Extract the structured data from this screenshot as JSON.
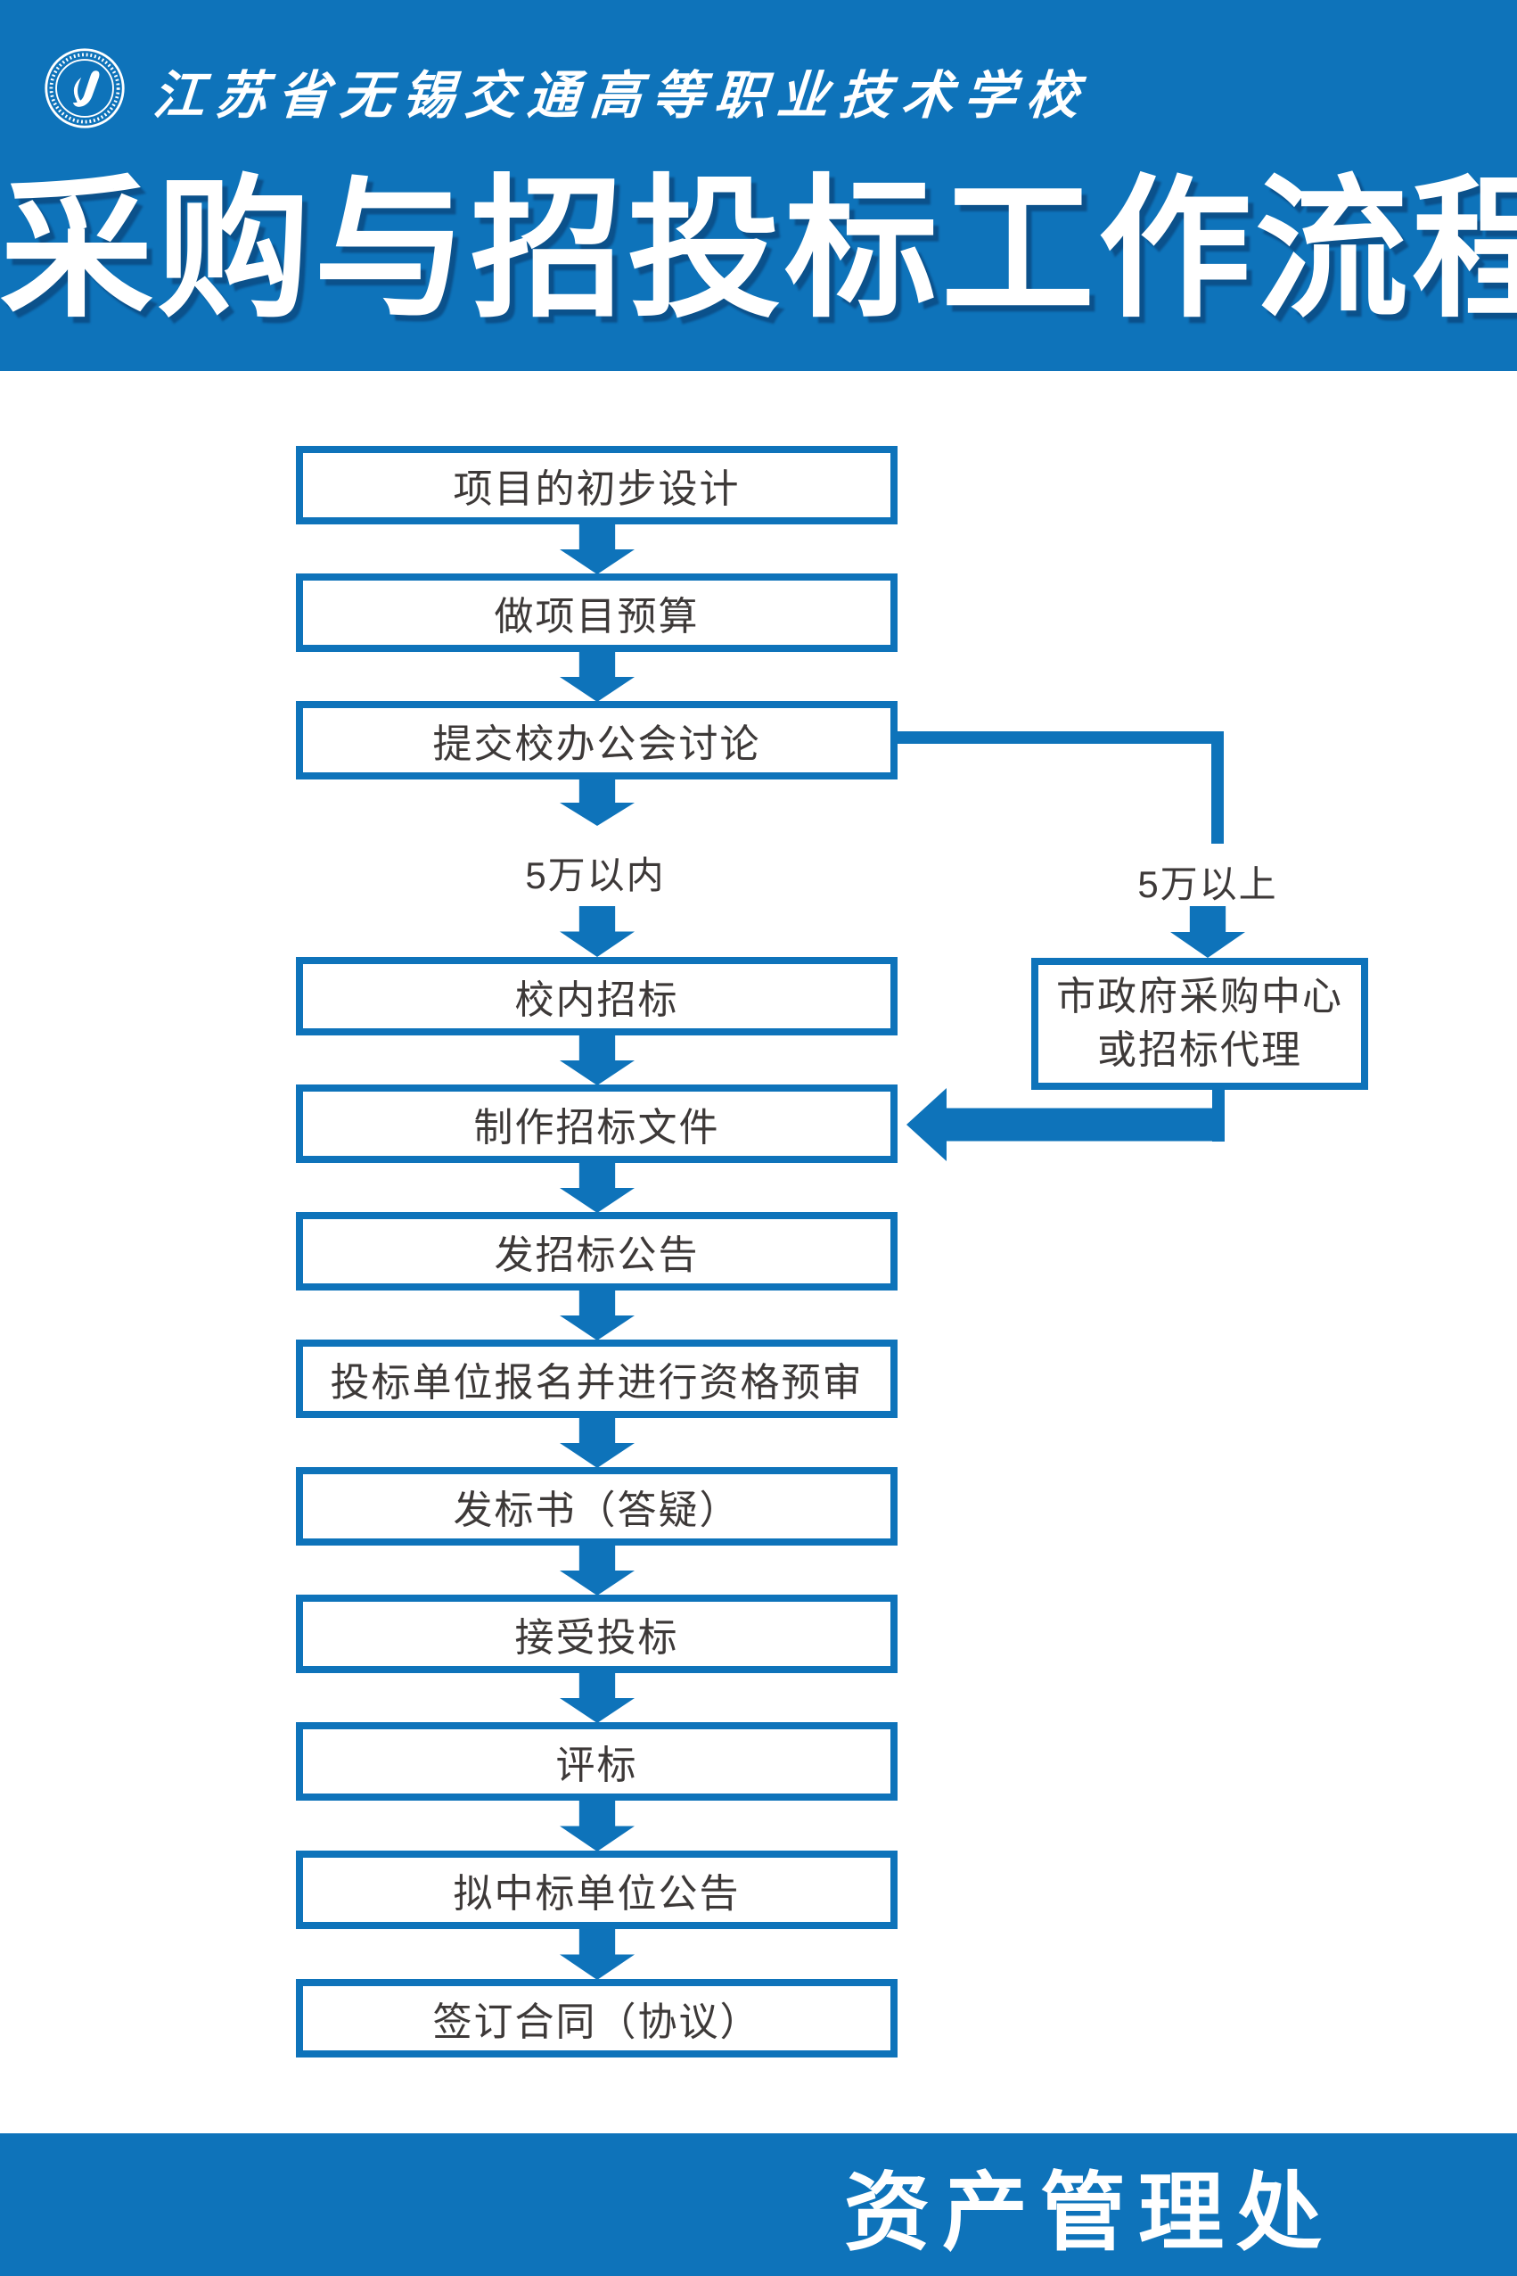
{
  "colors": {
    "blue": "#0e73ba",
    "box_border": "#0e73ba",
    "box_text": "#3d3938",
    "band_text": "#ffffff"
  },
  "header": {
    "school_name": "江苏省无锡交通高等职业技术学校",
    "title": "采购与招投标工作流程图",
    "logo": "school-emblem"
  },
  "flow": {
    "steps": [
      "项目的初步设计",
      "做项目预算",
      "提交校办公会讨论",
      "校内招标",
      "制作招标文件",
      "发招标公告",
      "投标单位报名并进行资格预审",
      "发标书（答疑）",
      "接受投标",
      "评标",
      "拟中标单位公告",
      "签订合同（协议）"
    ],
    "branch": {
      "left_label": "5万以内",
      "right_label": "5万以上",
      "agency_line1": "市政府采购中心",
      "agency_line2": "或招标代理"
    }
  },
  "footer": {
    "department": "资产管理处"
  }
}
